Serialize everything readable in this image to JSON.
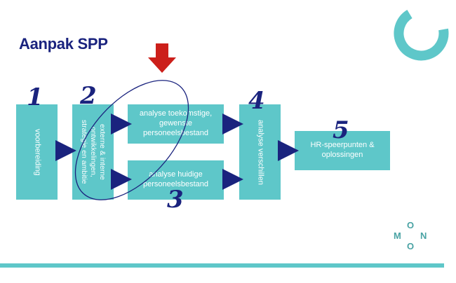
{
  "title": "Aanpak SPP",
  "boxes": {
    "b1": "voorbereiding",
    "b2": "externe & interne\nontwikkelingen,\nstrategie en ambitie",
    "b3": "analyse toekomstige,\ngewenste\npersoneelsbestand",
    "b4": "analyse huidige\npersoneelsbestand",
    "b5": "analyse verschillen",
    "b6": "HR-speerpunten &\noplossingen"
  },
  "numbers": [
    "1",
    "2",
    "3",
    "4",
    "5"
  ],
  "logo": {
    "m": "M",
    "o1": "O",
    "o2": "O",
    "n": "N"
  },
  "colors": {
    "teal": "#5ec7c9",
    "navy": "#1a237e",
    "red": "#cc1f1a"
  }
}
